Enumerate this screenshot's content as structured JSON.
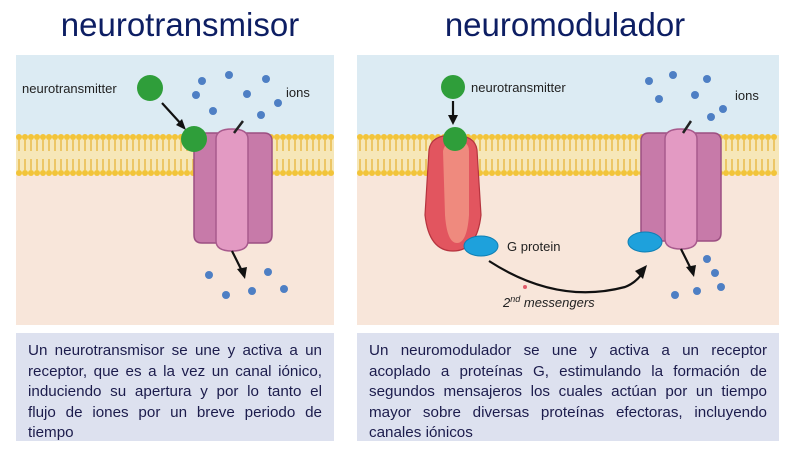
{
  "left": {
    "title": "neurotransmisor",
    "labels": {
      "neurotransmitter": "neurotransmitter",
      "ions": "ions"
    },
    "caption": "Un neurotransmisor se une y activa a un receptor, que es a la vez un canal iónico, induciendo su apertura y por lo tanto el flujo de iones por un breve periodo de tiempo"
  },
  "right": {
    "title": "neuromodulador",
    "labels": {
      "neurotransmitter": "neurotransmitter",
      "ions": "ions",
      "g_protein": "G protein",
      "messengers_sup": "nd",
      "messengers_base": "2",
      "messengers_rest": " messengers"
    },
    "caption": "Un neuromodulador se une y activa a un receptor acoplado a proteínas G, estimulando la formación de segundos mensajeros los cuales actúan por un tiempo mayor sobre diversas proteínas efectoras, incluyendo canales iónicos"
  },
  "colors": {
    "extracellular": "#dcebf3",
    "intracellular": "#f8e6da",
    "lipid_head": "#f2c43a",
    "lipid_tail": "#e7b43a",
    "channel": "#c77aa9",
    "channel_light": "#e39ac3",
    "receptor": "#e2555f",
    "receptor_light": "#ef8a7e",
    "ligand": "#2f9e3a",
    "ion": "#4e7fc4",
    "g_protein": "#1ea1dc",
    "title": "#0d1e63",
    "caption_bg": "#dde1ef"
  }
}
